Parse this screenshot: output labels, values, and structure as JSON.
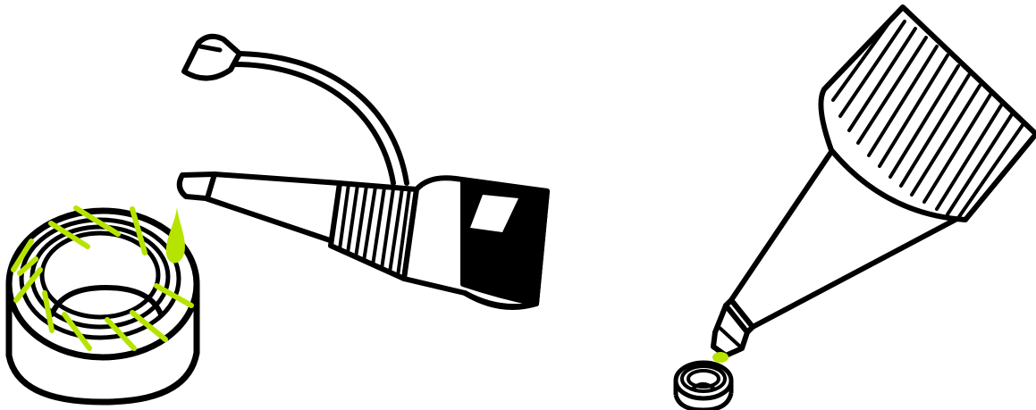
{
  "colors": {
    "ink": "#000000",
    "paper": "#ffffff",
    "glue": "#b6e400"
  },
  "panels": [
    {
      "id": "left",
      "subject": "bearing-with-glue-streaks-and-open-glue-bottle"
    },
    {
      "id": "right",
      "subject": "glue-bottle-tip-touching-small-bearing"
    }
  ]
}
